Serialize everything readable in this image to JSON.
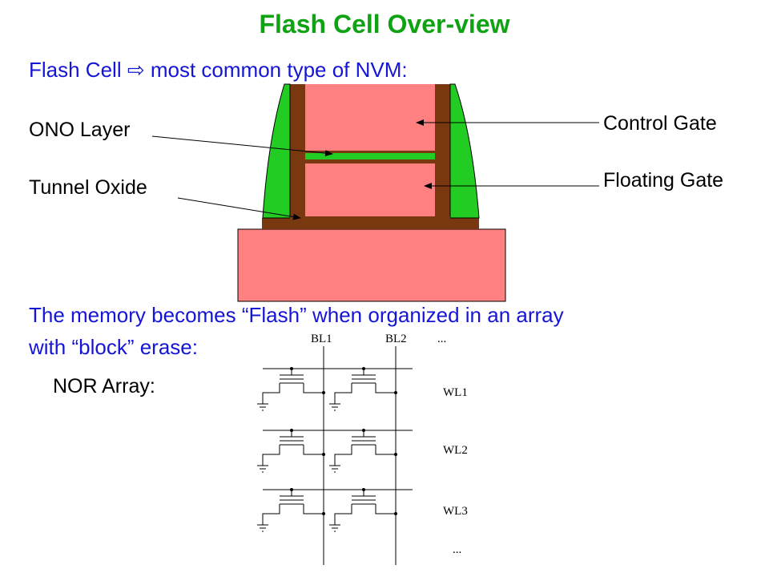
{
  "slide": {
    "title": "Flash Cell Over-view",
    "subtitle_prefix": "Flash Cell",
    "subtitle_arrow": "⇨",
    "subtitle_suffix": "most common type of NVM:",
    "body_line1": "The memory becomes “Flash” when organized in an array",
    "body_line2": "with “block” erase:",
    "nor_label": "NOR Array:"
  },
  "cell_labels": {
    "ono_layer": "ONO Layer",
    "tunnel_oxide": "Tunnel Oxide",
    "control_gate": "Control Gate",
    "floating_gate": "Floating Gate"
  },
  "array_labels": {
    "bitlines": [
      "BL1",
      "BL2",
      "..."
    ],
    "wordlines": [
      "WL1",
      "WL2",
      "WL3"
    ],
    "bottom_ellipsis": "..."
  },
  "colors": {
    "title": "#0fa313",
    "body_text": "#1515d6",
    "gate_pink": "#ff8080",
    "spacer_green": "#22cc22",
    "oxide_brown": "#7a3810"
  }
}
